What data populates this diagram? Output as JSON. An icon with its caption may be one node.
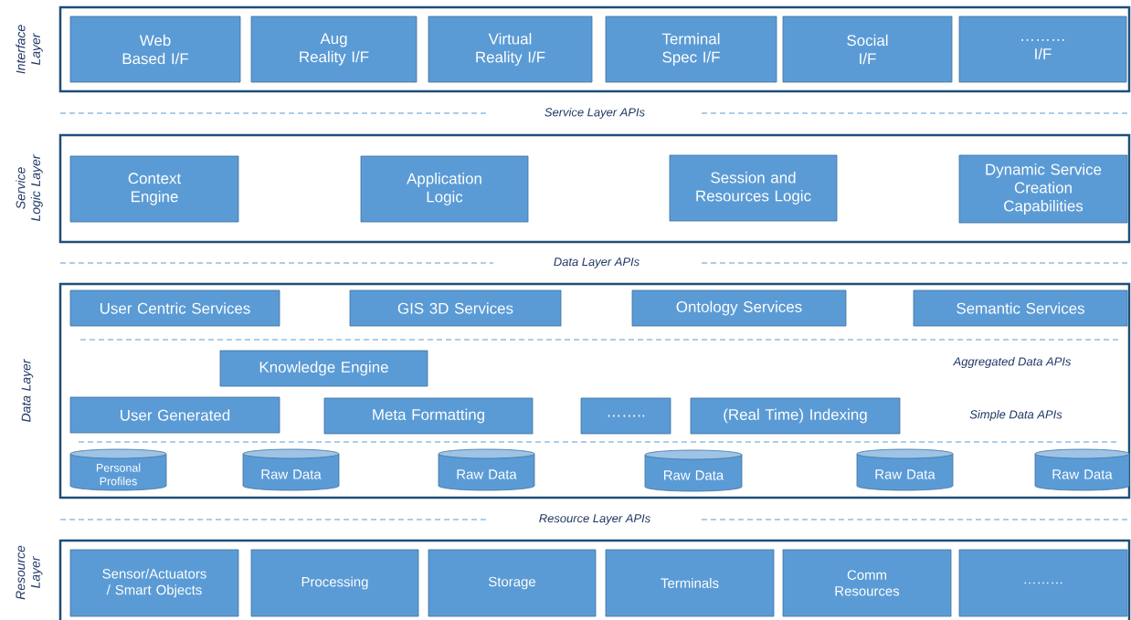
{
  "diagram": {
    "nodes": [
      {
        "text": [
          "Interface Layer"
        ]
      },
      {
        "text": [
          "Web Based I/F"
        ],
        "in": 0
      },
      {
        "text": [
          "Aug Reality I/F"
        ],
        "in": 0
      },
      {
        "text": [
          "Virtual Reality I/F"
        ],
        "in": 0
      },
      {
        "text": [
          "Terminal Spec I/F"
        ],
        "in": 0
      },
      {
        "text": [
          "Social I/F"
        ],
        "in": 0
      },
      {
        "text": [
          "……… I/F"
        ],
        "in": 0
      },
      {
        "text": [
          "Service Logic Layer"
        ]
      },
      {
        "text": [
          "Context Engine"
        ],
        "in": 7
      },
      {
        "text": [
          "Application Logic"
        ],
        "in": 7
      },
      {
        "text": [
          "Session and Resources Logic"
        ],
        "in": 7
      },
      {
        "text": [
          "Dynamic Service Creation Capabilities"
        ],
        "in": 7
      },
      {
        "text": [
          "Data Layer"
        ]
      },
      {
        "text": [
          "User Centric Services"
        ],
        "in": 12
      },
      {
        "text": [
          "GIS 3D Services"
        ],
        "in": 12
      },
      {
        "text": [
          "Ontology Services"
        ],
        "in": 12
      },
      {
        "text": [
          "Semantic Services"
        ],
        "in": 12
      },
      {
        "text": [
          "Knowledge Engine"
        ],
        "in": 12
      },
      {
        "text": [
          "User Generated"
        ],
        "in": 12
      },
      {
        "text": [
          "Meta Formatting"
        ],
        "in": 12
      },
      {
        "text": [
          "…….."
        ],
        "in": 12
      },
      {
        "text": [
          "(Real Time) Indexing"
        ],
        "in": 12
      },
      {
        "text": [
          "Personal Profiles"
        ],
        "in": 12
      },
      {
        "text": [
          "Raw Data"
        ],
        "in": 12
      },
      {
        "text": [
          "Raw Data"
        ],
        "in": 12
      },
      {
        "text": [
          "Raw Data"
        ],
        "in": 12
      },
      {
        "text": [
          "Raw Data"
        ],
        "in": 12
      },
      {
        "text": [
          "Raw Data"
        ],
        "in": 12
      },
      {
        "text": [
          "Resource Layer"
        ]
      },
      {
        "text": [
          "Sensor/Actuators / Smart Objects"
        ],
        "in": 28
      },
      {
        "text": [
          "Processing"
        ],
        "in": 28
      },
      {
        "text": [
          "Storage"
        ],
        "in": 28
      },
      {
        "text": [
          "Terminals"
        ],
        "in": 28
      },
      {
        "text": [
          "Comm Resources"
        ],
        "in": 28
      },
      {
        "text": [
          "………"
        ],
        "in": 28
      }
    ],
    "labels": [
      "Service Layer APIs",
      "Data Layer APIs",
      "Aggregated Data APIs",
      "Simple Data APIs",
      "Resource Layer APIs"
    ]
  }
}
